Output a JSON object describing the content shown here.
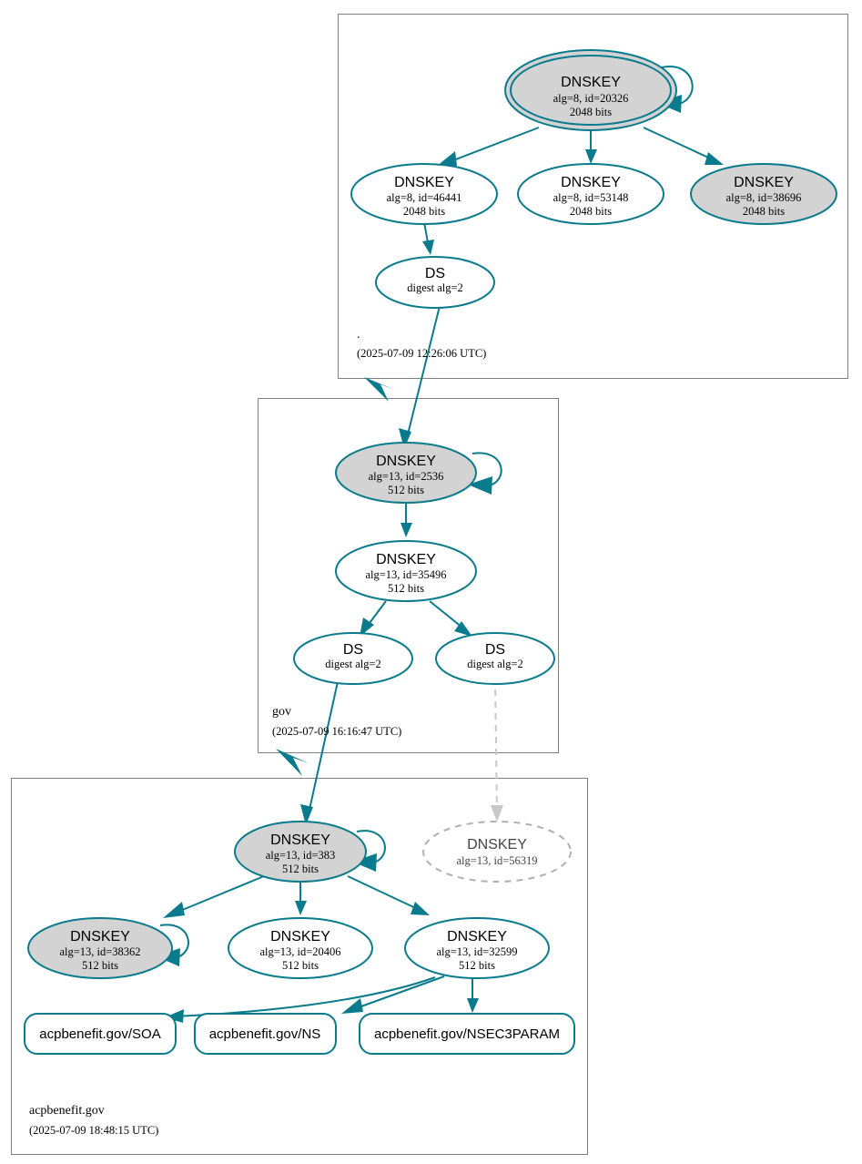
{
  "diagram": {
    "kind": "dnssec-authentication-chain",
    "colors": {
      "accent": "#0a7b8c",
      "secure_key_fill": "#d3d3d3",
      "plain_key_fill": "#ffffff",
      "zone_border": "#808080",
      "bogus_stroke": "#c8c8c8"
    }
  },
  "zones": [
    {
      "id": "root",
      "label": ".",
      "timestamp": "(2025-07-09 12:26:06 UTC)",
      "nodes": [
        {
          "id": "root-ksk",
          "type": "DNSKEY",
          "title": "DNSKEY",
          "line2": "alg=8, id=20326",
          "line3": "2048 bits",
          "trust_anchor": true,
          "shaded": true
        },
        {
          "id": "root-zsk-46441",
          "type": "DNSKEY",
          "title": "DNSKEY",
          "line2": "alg=8, id=46441",
          "line3": "2048 bits",
          "trust_anchor": false,
          "shaded": false
        },
        {
          "id": "root-zsk-53148",
          "type": "DNSKEY",
          "title": "DNSKEY",
          "line2": "alg=8, id=53148",
          "line3": "2048 bits",
          "trust_anchor": false,
          "shaded": false
        },
        {
          "id": "root-zsk-38696",
          "type": "DNSKEY",
          "title": "DNSKEY",
          "line2": "alg=8, id=38696",
          "line3": "2048 bits",
          "trust_anchor": false,
          "shaded": true
        },
        {
          "id": "root-ds-gov",
          "type": "DS",
          "title": "DS",
          "line2": "digest alg=2",
          "line3": "",
          "trust_anchor": false,
          "shaded": false
        }
      ]
    },
    {
      "id": "gov",
      "label": "gov",
      "timestamp": "(2025-07-09 16:16:47 UTC)",
      "nodes": [
        {
          "id": "gov-ksk-2536",
          "type": "DNSKEY",
          "title": "DNSKEY",
          "line2": "alg=13, id=2536",
          "line3": "512 bits",
          "trust_anchor": false,
          "shaded": true
        },
        {
          "id": "gov-zsk-35496",
          "type": "DNSKEY",
          "title": "DNSKEY",
          "line2": "alg=13, id=35496",
          "line3": "512 bits",
          "trust_anchor": false,
          "shaded": false
        },
        {
          "id": "gov-ds-left",
          "type": "DS",
          "title": "DS",
          "line2": "digest alg=2",
          "line3": "",
          "trust_anchor": false,
          "shaded": false
        },
        {
          "id": "gov-ds-right",
          "type": "DS",
          "title": "DS",
          "line2": "digest alg=2",
          "line3": "",
          "trust_anchor": false,
          "shaded": false
        }
      ]
    },
    {
      "id": "acpbenefit",
      "label": "acpbenefit.gov",
      "timestamp": "(2025-07-09 18:48:15 UTC)",
      "nodes": [
        {
          "id": "acp-ksk-383",
          "type": "DNSKEY",
          "title": "DNSKEY",
          "line2": "alg=13, id=383",
          "line3": "512 bits",
          "trust_anchor": false,
          "shaded": true
        },
        {
          "id": "acp-key-56319",
          "type": "DNSKEY",
          "title": "DNSKEY",
          "line2": "alg=13, id=56319",
          "line3": "",
          "trust_anchor": false,
          "shaded": false,
          "bogus": true
        },
        {
          "id": "acp-key-38362",
          "type": "DNSKEY",
          "title": "DNSKEY",
          "line2": "alg=13, id=38362",
          "line3": "512 bits",
          "trust_anchor": false,
          "shaded": true
        },
        {
          "id": "acp-key-20406",
          "type": "DNSKEY",
          "title": "DNSKEY",
          "line2": "alg=13, id=20406",
          "line3": "512 bits",
          "trust_anchor": false,
          "shaded": false
        },
        {
          "id": "acp-key-32599",
          "type": "DNSKEY",
          "title": "DNSKEY",
          "line2": "alg=13, id=32599",
          "line3": "512 bits",
          "trust_anchor": false,
          "shaded": false
        }
      ],
      "rrsets": [
        {
          "id": "rr-soa",
          "label": "acpbenefit.gov/SOA"
        },
        {
          "id": "rr-ns",
          "label": "acpbenefit.gov/NS"
        },
        {
          "id": "rr-nsec3param",
          "label": "acpbenefit.gov/NSEC3PARAM"
        }
      ]
    }
  ]
}
